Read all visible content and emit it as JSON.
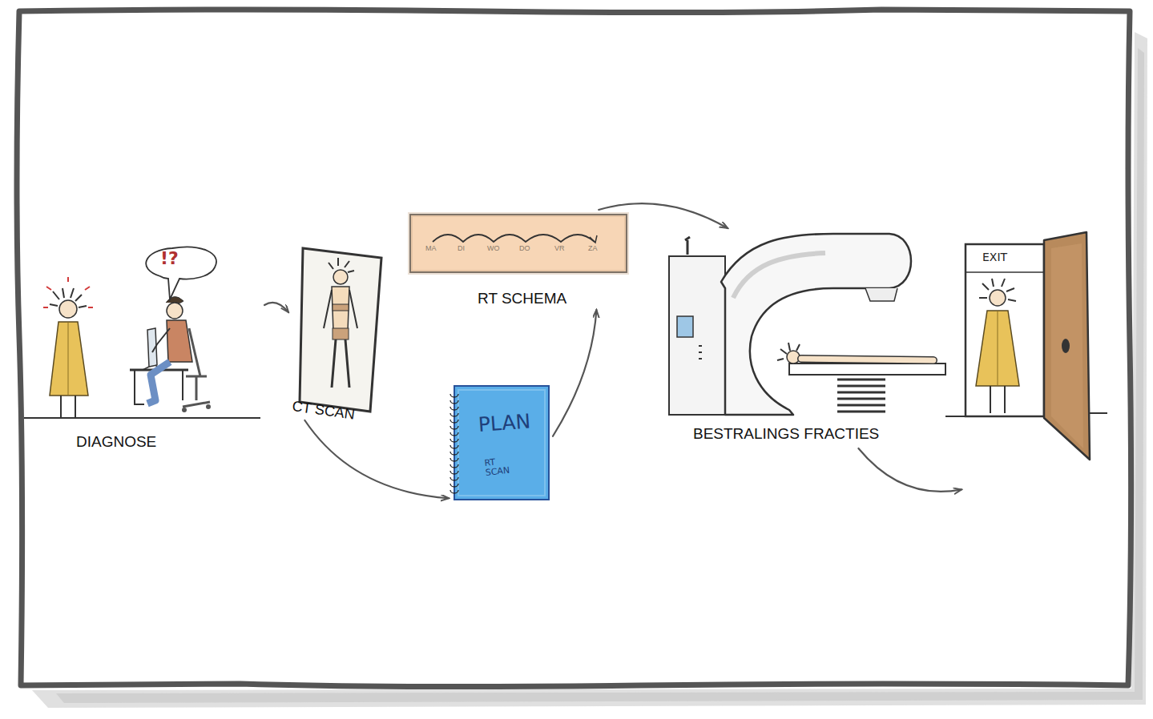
{
  "diagram": {
    "nodes": [
      {
        "text": [
          "DIAGNOSE"
        ]
      },
      {
        "text": [
          "CT SCAN"
        ]
      },
      {
        "text": [
          "RT SCHEMA"
        ]
      },
      {
        "text": [
          "PLAN",
          "RT SCAN"
        ]
      },
      {
        "text": [
          "BESTRALINGS FRACTIES"
        ]
      },
      {
        "text": [
          "EXIT"
        ]
      }
    ],
    "edges": [
      {
        "from": 0,
        "to": 1,
        "arrow": "to"
      },
      {
        "from": 1,
        "to": 3,
        "arrow": "to"
      },
      {
        "from": 3,
        "to": 2,
        "arrow": "to"
      },
      {
        "from": 2,
        "to": 4,
        "arrow": "to"
      },
      {
        "from": 4,
        "to": 5,
        "arrow": "to"
      }
    ],
    "labels": [
      "!?",
      "MA",
      "DI",
      "WO",
      "DO",
      "VR",
      "ZA"
    ]
  }
}
